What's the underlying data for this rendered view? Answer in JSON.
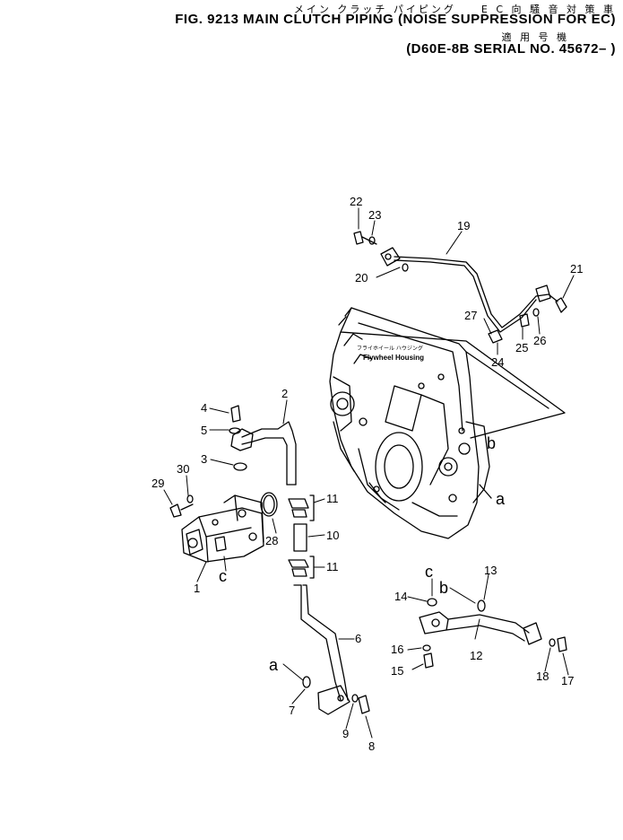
{
  "header": {
    "jp_title": "メイン クラッチ パイピング　　E C 向 騒 音 対 策 車",
    "en_title": "FIG. 9213  MAIN  CLUTCH  PIPING  (NOISE  SUPPRESSION  FOR  EC)",
    "jp_models": "適 用 号 機",
    "serial": "(D60E-8B  SERIAL  NO. 45672– )"
  },
  "housing": {
    "label_jp": "フライホイール ハウジング",
    "label_en": "Flywheel Housing"
  },
  "parts": {
    "p1": "1",
    "p2": "2",
    "p3": "3",
    "p4": "4",
    "p5": "5",
    "p6": "6",
    "p7": "7",
    "p8": "8",
    "p9": "9",
    "p10": "10",
    "p11a": "11",
    "p11b": "11",
    "p12": "12",
    "p13": "13",
    "p14": "14",
    "p15": "15",
    "p16": "16",
    "p17": "17",
    "p18": "18",
    "p19": "19",
    "p20": "20",
    "p21": "21",
    "p22": "22",
    "p23": "23",
    "p24": "24",
    "p25": "25",
    "p26": "26",
    "p27": "27",
    "p28": "28",
    "p29": "29",
    "p30": "30"
  },
  "refs": {
    "a1": "a",
    "a2": "a",
    "b1": "b",
    "b2": "b",
    "c1": "c",
    "c2": "c"
  }
}
